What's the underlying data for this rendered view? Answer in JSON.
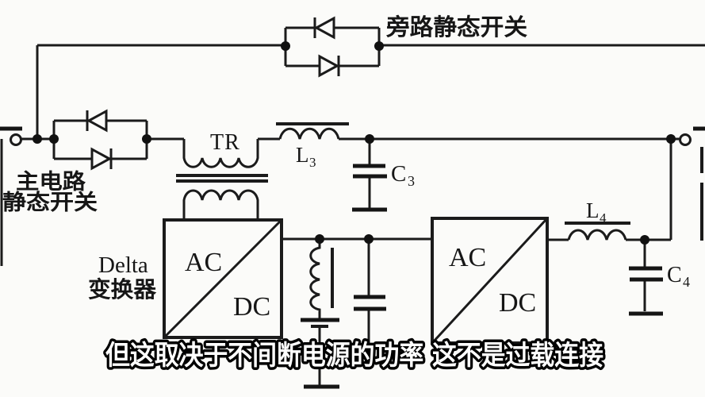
{
  "figure": {
    "background": "#fbfbf9",
    "ink": "#1b1b1b",
    "labels": {
      "bypass_switch": "旁路静态开关",
      "main_switch_line1": "主电路",
      "main_switch_line2": "静态开关",
      "transformer": "TR",
      "delta_name": "Delta",
      "delta_converter": "变换器",
      "converter1_ac": "AC",
      "converter1_dc": "DC",
      "converter2_ac": "AC",
      "converter2_dc": "DC",
      "inductor3_base": "L",
      "inductor3_sub": "3",
      "capacitor3_base": "C",
      "capacitor3_sub": "3",
      "inductor4_base": "L",
      "inductor4_sub": "4",
      "capacitor4_base": "C",
      "capacitor4_sub": "4"
    }
  },
  "subtitle": {
    "text": "但这取决于不间断电源的功率 这不是过载连接",
    "text_color": "#ffffff",
    "outline_color": "#000000"
  }
}
